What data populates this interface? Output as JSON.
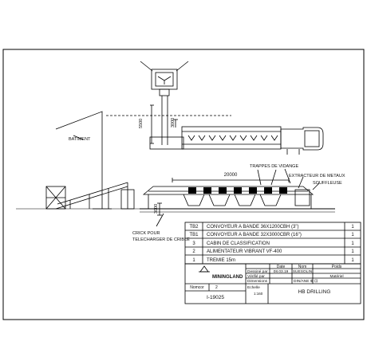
{
  "dimensions": {
    "height_vertical": "5500",
    "height_short": "3000",
    "length_main": "20000",
    "height_lower": "3000"
  },
  "callouts": {
    "batiment": "BATIMENT",
    "trappes": "TRAPPES DE VIDANGE",
    "extracteur": "EXTRACTEUR DE METAUX",
    "souffleuse": "SOUFFLEUSE",
    "crick": [
      "CRICK POUR",
      "TELECHARGER DE CRIBLE"
    ]
  },
  "parts_list": [
    {
      "ref": "TB2",
      "description": "CONVOYEUR A BANDE 36X1200CBH (3\")",
      "qty": "1"
    },
    {
      "ref": "TB1",
      "description": "CONVOYEUR A BANDE 32X3000CBR (16\")",
      "qty": "1"
    },
    {
      "ref": "3",
      "description": "CABIN DE CLASSIFICATION",
      "qty": "1"
    },
    {
      "ref": "2",
      "description": "ALIMENTATEUR VIBRANT VF-400",
      "qty": "1"
    },
    {
      "ref": "1",
      "description": "TREMIE 15m",
      "qty": "1"
    }
  ],
  "title_block": {
    "logo_text": "MININGLAND",
    "header_date": "Date",
    "header_nom": "Nom",
    "header_poids": "Poids",
    "dessine_label": "Dessiné par",
    "dessine_date": "08.03.19",
    "dessine_nom": "SUESOLIN",
    "verifie_label": "Vérifié par",
    "materiel_label": "Matériel",
    "dimensions_label": "Dimensions",
    "dimensions_value": "DIN/ANE ⊕ ⊡",
    "nomcor_label": "Nomcor",
    "nomcor_value": "2",
    "echelle_label": "Echelle",
    "echelle_value": "1:160",
    "drawing_number": "I-19025",
    "project_name": "HB DRILLING"
  }
}
